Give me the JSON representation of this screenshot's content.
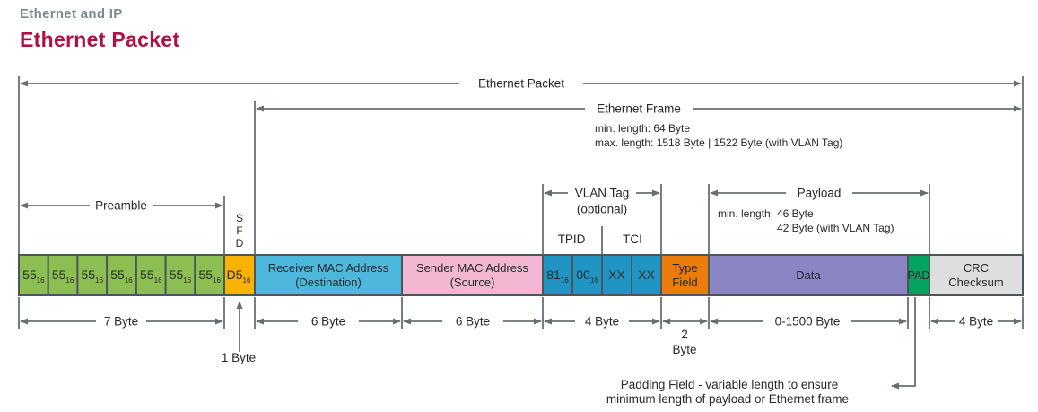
{
  "header": {
    "subtitle": "Ethernet and IP",
    "title": "Ethernet Packet"
  },
  "top_spans": {
    "packet_label": "Ethernet Packet",
    "frame_label": "Ethernet Frame",
    "frame_min": "min. length: 64 Byte",
    "frame_max": "max. length: 1518 Byte | 1522 Byte (with VLAN Tag)"
  },
  "sections": {
    "preamble_label": "Preamble",
    "sfd_vertical": [
      "S",
      "F",
      "D"
    ],
    "vlan_label": "VLAN Tag",
    "vlan_optional": "(optional)",
    "tpid_label": "TPID",
    "tci_label": "TCI",
    "payload_label": "Payload",
    "payload_min_key": "min. length:",
    "payload_min_value": "46 Byte",
    "payload_min_vlan": "42 Byte (with VLAN Tag)"
  },
  "blocks": {
    "preamble_hex": "55",
    "preamble_base": "16",
    "sfd_hex": "D5",
    "sfd_base": "16",
    "receiver_line1": "Receiver MAC Address",
    "receiver_line2": "(Destination)",
    "sender_line1": "Sender MAC Address",
    "sender_line2": "(Source)",
    "vlan_cells": [
      {
        "hex": "81",
        "base": "16"
      },
      {
        "hex": "00",
        "base": "16"
      },
      {
        "hex": "XX",
        "base": ""
      },
      {
        "hex": "XX",
        "base": ""
      }
    ],
    "type_line1": "Type",
    "type_line2": "Field",
    "data_label": "Data",
    "pad_label": "PAD",
    "crc_line1": "CRC",
    "crc_line2": "Checksum"
  },
  "byte_labels": {
    "preamble": "7 Byte",
    "sfd": "1 Byte",
    "receiver": "6 Byte",
    "sender": "6 Byte",
    "vlan": "4 Byte",
    "type_line1": "2",
    "type_line2": "Byte",
    "data": "0-1500 Byte",
    "crc": "4 Byte"
  },
  "padding_note": {
    "line1": "Padding Field - variable length to ensure",
    "line2": "minimum length of payload or Ethernet frame"
  },
  "colors": {
    "preamble": "#8DBE52",
    "sfd": "#F9B200",
    "receiver_mac": "#4DB8DB",
    "sender_mac": "#F3B7D2",
    "vlan": "#2095C3",
    "type_field": "#EC7C09",
    "data": "#8B85C4",
    "pad": "#04A35F",
    "crc": "#DCDEE0",
    "title": "#B01144",
    "subtitle": "#7E898E",
    "line": "#686F72"
  }
}
